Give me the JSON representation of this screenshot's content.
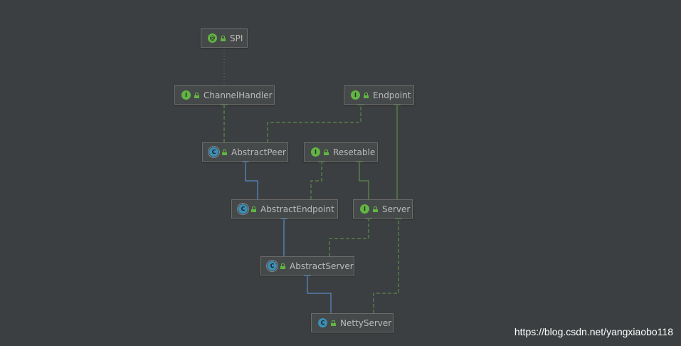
{
  "nodes": {
    "spi": {
      "name": "SPI",
      "kind": "annotation",
      "icon": "annotation-icon",
      "glyph": "@"
    },
    "channelHandler": {
      "name": "ChannelHandler",
      "kind": "interface",
      "icon": "interface-icon",
      "glyph": "I"
    },
    "endpoint": {
      "name": "Endpoint",
      "kind": "interface",
      "icon": "interface-icon",
      "glyph": "I"
    },
    "abstractPeer": {
      "name": "AbstractPeer",
      "kind": "abstract-class",
      "icon": "abstract-class-icon",
      "glyph": "C"
    },
    "resetable": {
      "name": "Resetable",
      "kind": "interface",
      "icon": "interface-icon",
      "glyph": "I"
    },
    "abstractEndpoint": {
      "name": "AbstractEndpoint",
      "kind": "abstract-class",
      "icon": "abstract-class-icon",
      "glyph": "C"
    },
    "server": {
      "name": "Server",
      "kind": "interface",
      "icon": "interface-icon",
      "glyph": "I"
    },
    "abstractServer": {
      "name": "AbstractServer",
      "kind": "abstract-class",
      "icon": "abstract-class-icon",
      "glyph": "C"
    },
    "nettyServer": {
      "name": "NettyServer",
      "kind": "class",
      "icon": "class-icon",
      "glyph": "C"
    }
  },
  "edges": [
    {
      "from": "channelHandler",
      "to": "spi",
      "type": "annotated-by"
    },
    {
      "from": "abstractPeer",
      "to": "channelHandler",
      "type": "implements"
    },
    {
      "from": "abstractPeer",
      "to": "endpoint",
      "type": "implements"
    },
    {
      "from": "abstractEndpoint",
      "to": "abstractPeer",
      "type": "extends"
    },
    {
      "from": "abstractEndpoint",
      "to": "resetable",
      "type": "implements"
    },
    {
      "from": "server",
      "to": "resetable",
      "type": "extends"
    },
    {
      "from": "server",
      "to": "endpoint",
      "type": "extends"
    },
    {
      "from": "abstractServer",
      "to": "abstractEndpoint",
      "type": "extends"
    },
    {
      "from": "abstractServer",
      "to": "server",
      "type": "implements"
    },
    {
      "from": "nettyServer",
      "to": "abstractServer",
      "type": "extends"
    },
    {
      "from": "nettyServer",
      "to": "server",
      "type": "implements"
    }
  ],
  "colors": {
    "background": "#3c3f41",
    "node_fill": "#45494a",
    "extends_line": "#5c9ee6",
    "implements_line": "#5f9e4d",
    "annotation_line": "#6b6b6b"
  },
  "watermark": "https://blog.csdn.net/yangxiaobo118"
}
